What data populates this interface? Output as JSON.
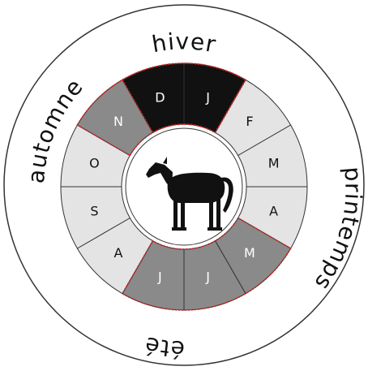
{
  "seasons": [
    {
      "name": "hiver"
    },
    {
      "name": "printemps"
    },
    {
      "name": "été"
    },
    {
      "name": "automne"
    }
  ],
  "months": [
    {
      "letter": "D",
      "shade": "black",
      "highlight": true
    },
    {
      "letter": "J",
      "shade": "black",
      "highlight": true
    },
    {
      "letter": "F",
      "shade": "light",
      "highlight": false
    },
    {
      "letter": "M",
      "shade": "light",
      "highlight": false
    },
    {
      "letter": "A",
      "shade": "light",
      "highlight": false
    },
    {
      "letter": "M",
      "shade": "dark",
      "highlight": true
    },
    {
      "letter": "J",
      "shade": "dark",
      "highlight": true
    },
    {
      "letter": "J",
      "shade": "dark",
      "highlight": true
    },
    {
      "letter": "A",
      "shade": "light",
      "highlight": false
    },
    {
      "letter": "S",
      "shade": "light",
      "highlight": false
    },
    {
      "letter": "O",
      "shade": "light",
      "highlight": false
    },
    {
      "letter": "N",
      "shade": "dark",
      "highlight": true
    }
  ],
  "colors": {
    "black": "#111111",
    "dark": "#8a8a8a",
    "light": "#e4e4e4",
    "highlight_dots": "#d42020",
    "outline": "#333333"
  },
  "center_icon": "horse-icon"
}
